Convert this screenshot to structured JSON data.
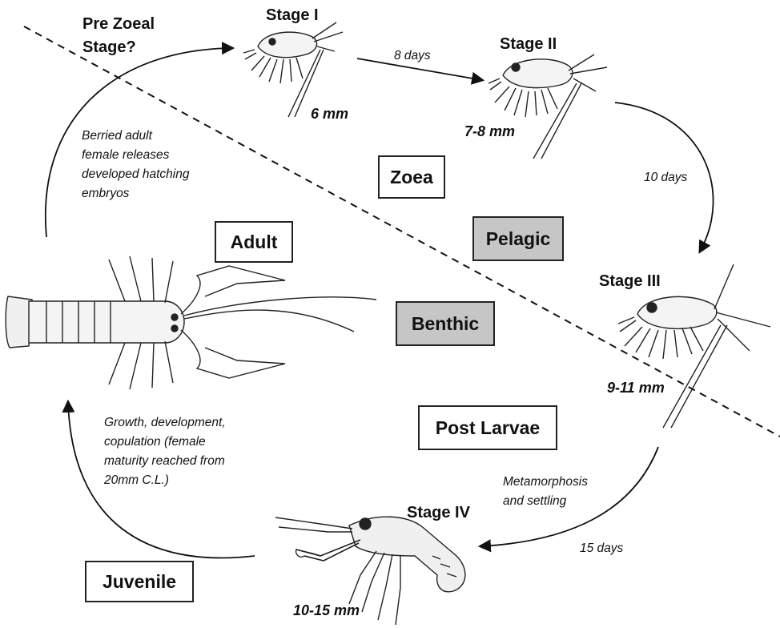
{
  "pre_zoeal": "Pre Zoeal\nStage?",
  "stages": {
    "s1": {
      "label": "Stage I",
      "size": "6 mm"
    },
    "s2": {
      "label": "Stage II",
      "size": "7-8 mm"
    },
    "s3": {
      "label": "Stage III",
      "size": "9-11 mm"
    },
    "s4": {
      "label": "Stage IV",
      "size": "10-15 mm"
    }
  },
  "durations": {
    "d1": "8 days",
    "d2": "10 days",
    "d3": "15 days"
  },
  "phases": {
    "zoea": "Zoea",
    "adult": "Adult",
    "post_larvae": "Post Larvae",
    "juvenile": "Juvenile"
  },
  "habitats": {
    "pelagic": "Pelagic",
    "benthic": "Benthic"
  },
  "notes": {
    "berried": "Berried adult\nfemale releases\ndeveloped hatching\nembryos",
    "growth": "Growth, development,\ncopulation (female\nmaturity reached from\n20mm C.L.)",
    "metamorphosis": "Metamorphosis\nand settling"
  },
  "colors": {
    "grey_box": "#c6c6c6",
    "ink": "#111111"
  }
}
